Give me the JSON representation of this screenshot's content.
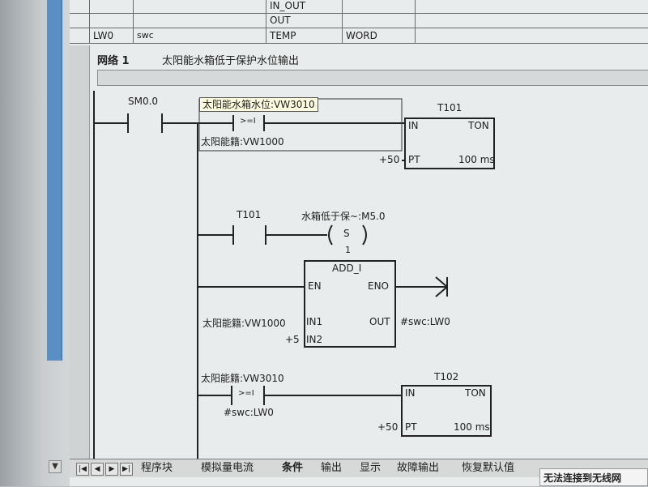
{
  "var_table": {
    "rows": [
      {
        "c1": "",
        "c2": "",
        "c3": "IN_OUT",
        "c4": ""
      },
      {
        "c1": "",
        "c2": "",
        "c3": "OUT",
        "c4": ""
      },
      {
        "c1": "LW0",
        "c2": "swc",
        "c3": "TEMP",
        "c4": "WORD"
      }
    ]
  },
  "network": {
    "title": "网络 1",
    "comment": "太阳能水箱低于保护水位输出"
  },
  "tooltip": "太阳能水箱水位:VW3010",
  "rung1": {
    "contact_label": "SM0.0",
    "compare_op": ">=I",
    "compare_bottom": "太阳能籍:VW1000",
    "timer_name": "T101",
    "timer_in": "IN",
    "timer_type": "TON",
    "timer_pt": "PT",
    "timer_pt_value": "+50",
    "timer_base": "100 ms"
  },
  "rung2": {
    "contact_label": "T101",
    "coil_label": "水箱低于保~:M5.0",
    "coil_symbol": "S",
    "coil_count": "1"
  },
  "rung3": {
    "block_name": "ADD_I",
    "en": "EN",
    "eno": "ENO",
    "in1": "IN1",
    "in2": "IN2",
    "out": "OUT",
    "in1_operand": "太阳能籍:VW1000",
    "in2_operand": "+5",
    "out_operand": "#swc:LW0"
  },
  "rung4": {
    "compare_top": "太阳能籍:VW3010",
    "compare_op": ">=I",
    "compare_bottom": "#swc:LW0",
    "timer_name": "T102",
    "timer_in": "IN",
    "timer_type": "TON",
    "timer_pt": "PT",
    "timer_pt_value": "+50",
    "timer_base": "100 ms"
  },
  "tabs": {
    "nav": [
      "|◀",
      "◀",
      "▶",
      "▶|"
    ],
    "items": [
      "程序块",
      "模拟量电流",
      "条件",
      "输出",
      "显示",
      "故障输出",
      "恢复默认值"
    ],
    "active_index": 2
  },
  "status": "无法连接到无线网"
}
